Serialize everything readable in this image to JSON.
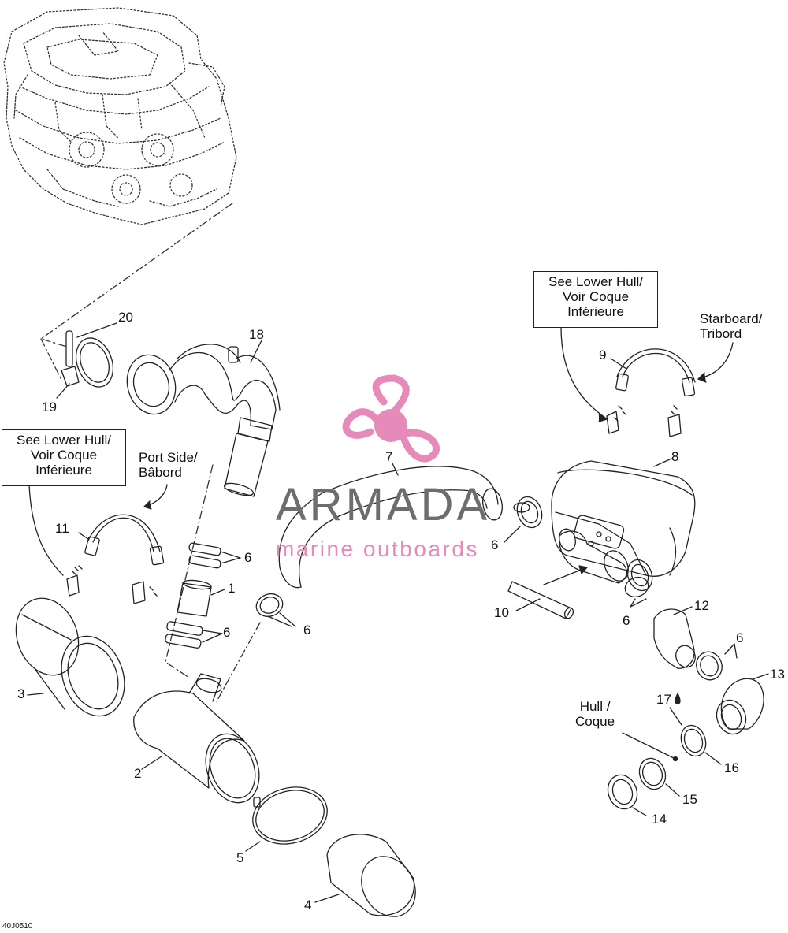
{
  "diagram": {
    "reference_code": "40J0510",
    "callouts": {
      "c1": "1",
      "c2": "2",
      "c3": "3",
      "c4": "4",
      "c5": "5",
      "c6a": "6",
      "c6b": "6",
      "c6c": "6",
      "c6d": "6",
      "c6e": "6",
      "c6f": "6",
      "c7": "7",
      "c8": "8",
      "c9": "9",
      "c10": "10",
      "c11": "11",
      "c12": "12",
      "c13": "13",
      "c14": "14",
      "c15": "15",
      "c16": "16",
      "c17": "17",
      "c18": "18",
      "c19": "19",
      "c20": "20"
    },
    "left_box": {
      "line1": "See Lower Hull/",
      "line2": "Voir Coque",
      "line3": "Inférieure"
    },
    "right_box": {
      "line1": "See Lower Hull/",
      "line2": "Voir Coque",
      "line3": "Inférieure"
    },
    "port_note": {
      "line1": "Port Side/",
      "line2": "Bâbord"
    },
    "starboard_note": {
      "line1": "Starboard/",
      "line2": "Tribord"
    },
    "hull_note": {
      "line1": "Hull /",
      "line2": "Coque"
    }
  },
  "watermark": {
    "brand": "ARMADA",
    "tagline": "marine outboards",
    "brand_color": "#6d6d6d",
    "accent_color": "#e58ab9"
  }
}
